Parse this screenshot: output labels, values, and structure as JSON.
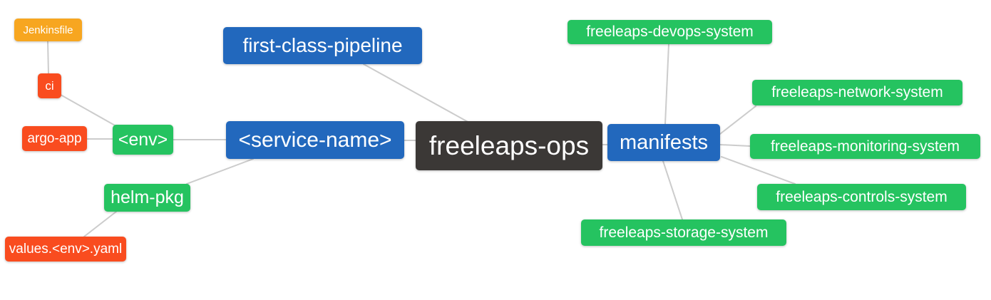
{
  "diagram": {
    "type": "mind-map",
    "root": "freeleaps-ops"
  },
  "colors": {
    "background": "#FFFFFF",
    "node_text": "#FFFFFF",
    "edge": "#CCCCCC",
    "blue": "#2268BD",
    "green": "#25C360",
    "red": "#F94C1F",
    "orange": "#F7A620",
    "dark": "#3B3836"
  },
  "nodes": {
    "jenkinsfile": {
      "label": "Jenkinsfile",
      "color": "orange"
    },
    "ci": {
      "label": "ci",
      "color": "red"
    },
    "argo_app": {
      "label": "argo-app",
      "color": "red"
    },
    "env": {
      "label": "<env>",
      "color": "green"
    },
    "helm_pkg": {
      "label": "helm-pkg",
      "color": "green"
    },
    "values_env_yaml": {
      "label": "values.<env>.yaml",
      "color": "red"
    },
    "first_class_pipeline": {
      "label": "first-class-pipeline",
      "color": "blue"
    },
    "service_name": {
      "label": "<service-name>",
      "color": "blue"
    },
    "freeleaps_ops": {
      "label": "freeleaps-ops",
      "color": "dark"
    },
    "manifests": {
      "label": "manifests",
      "color": "blue"
    },
    "devops_system": {
      "label": "freeleaps-devops-system",
      "color": "green"
    },
    "network_system": {
      "label": "freeleaps-network-system",
      "color": "green"
    },
    "monitoring_system": {
      "label": "freeleaps-monitoring-system",
      "color": "green"
    },
    "controls_system": {
      "label": "freeleaps-controls-system",
      "color": "green"
    },
    "storage_system": {
      "label": "freeleaps-storage-system",
      "color": "green"
    }
  },
  "edges": [
    {
      "from": "jenkinsfile",
      "to": "ci"
    },
    {
      "from": "ci",
      "to": "env"
    },
    {
      "from": "argo_app",
      "to": "env"
    },
    {
      "from": "env",
      "to": "service_name"
    },
    {
      "from": "helm_pkg",
      "to": "service_name"
    },
    {
      "from": "helm_pkg",
      "to": "values_env_yaml"
    },
    {
      "from": "first_class_pipeline",
      "to": "freeleaps_ops"
    },
    {
      "from": "service_name",
      "to": "freeleaps_ops"
    },
    {
      "from": "freeleaps_ops",
      "to": "manifests"
    },
    {
      "from": "manifests",
      "to": "devops_system"
    },
    {
      "from": "manifests",
      "to": "network_system"
    },
    {
      "from": "manifests",
      "to": "monitoring_system"
    },
    {
      "from": "manifests",
      "to": "controls_system"
    },
    {
      "from": "manifests",
      "to": "storage_system"
    }
  ]
}
